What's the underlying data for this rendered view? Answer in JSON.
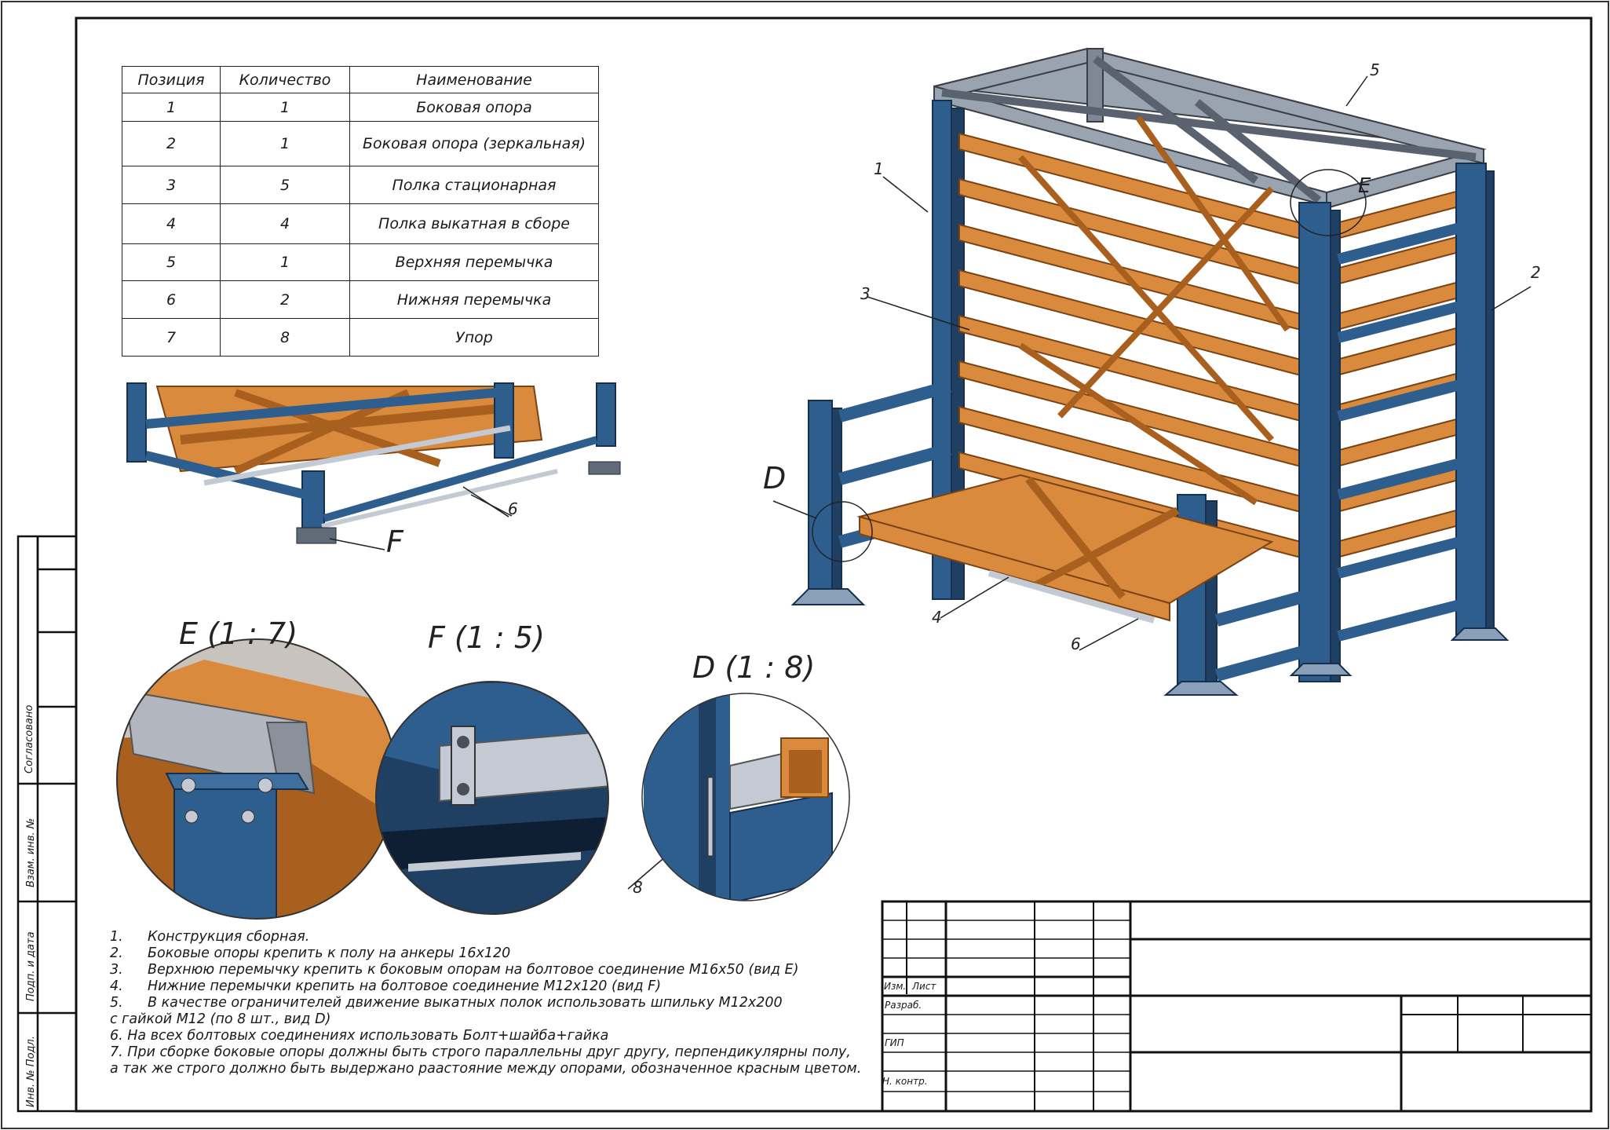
{
  "spec_table": {
    "headers": [
      "Позиция",
      "Количество",
      "Наименование"
    ],
    "rows": [
      [
        "1",
        "1",
        "Боковая опора"
      ],
      [
        "2",
        "1",
        "Боковая опора (зеркальная)"
      ],
      [
        "3",
        "5",
        "Полка стационарная"
      ],
      [
        "4",
        "4",
        "Полка выкатная в сборе"
      ],
      [
        "5",
        "1",
        "Верхняя перемычка"
      ],
      [
        "6",
        "2",
        "Нижняя перемычка"
      ],
      [
        "7",
        "8",
        "Упор"
      ]
    ]
  },
  "view_labels": {
    "E": "E (1 : 7)",
    "F": "F (1 : 5)",
    "D": "D (1 : 8)",
    "D_mark": "D",
    "F_mark": "F",
    "E_mark": "E"
  },
  "callouts": [
    "1",
    "2",
    "3",
    "4",
    "5",
    "6",
    "6",
    "8"
  ],
  "notes": [
    {
      "num": "1.",
      "text": "Конструкция сборная."
    },
    {
      "num": "2.",
      "text": "Боковые опоры крепить к полу на анкеры 16х120"
    },
    {
      "num": "3.",
      "text": "Верхнюю перемычку крепить к боковым опорам на болтовое соединение М16х50 (вид E)"
    },
    {
      "num": "4.",
      "text": "Нижние перемычки крепить на болтовое соединение М12х120 (вид F)"
    },
    {
      "num": "5.",
      "text": "В качестве ограничителей движение выкатных полок использовать шпильку М12х200"
    },
    {
      "num": "",
      "text": "с гайкой М12 (по 8 шт., вид D)"
    },
    {
      "num": "",
      "text": "6. На всех болтовых соединениях использовать Болт+шайба+гайка"
    },
    {
      "num": "",
      "text": "7. При сборке боковые опоры должны быть строго параллельны друг другу, перпендикулярны полу,"
    },
    {
      "num": "",
      "text": "а так же строго должно быть выдержано раастояние между опорами, обозначенное красным цветом."
    }
  ],
  "side_stamp": {
    "agreed": "Согласовано",
    "replace_inv": "Взам. инв. №",
    "sign_date": "Подп. и дата",
    "inv_orig": "Инв. № Подл."
  },
  "title_block": {
    "izm": "Изм.",
    "list": "Лист",
    "razrab": "Разраб.",
    "gip": "ГИП",
    "n_kontr": "Н. контр."
  },
  "colors": {
    "steel_blue": "#2e5e8e",
    "steel_blue_dark": "#1f3f63",
    "wood_orange": "#d98a3c",
    "wood_orange_dark": "#a9601f",
    "beam_gray": "#9aa3b0"
  }
}
